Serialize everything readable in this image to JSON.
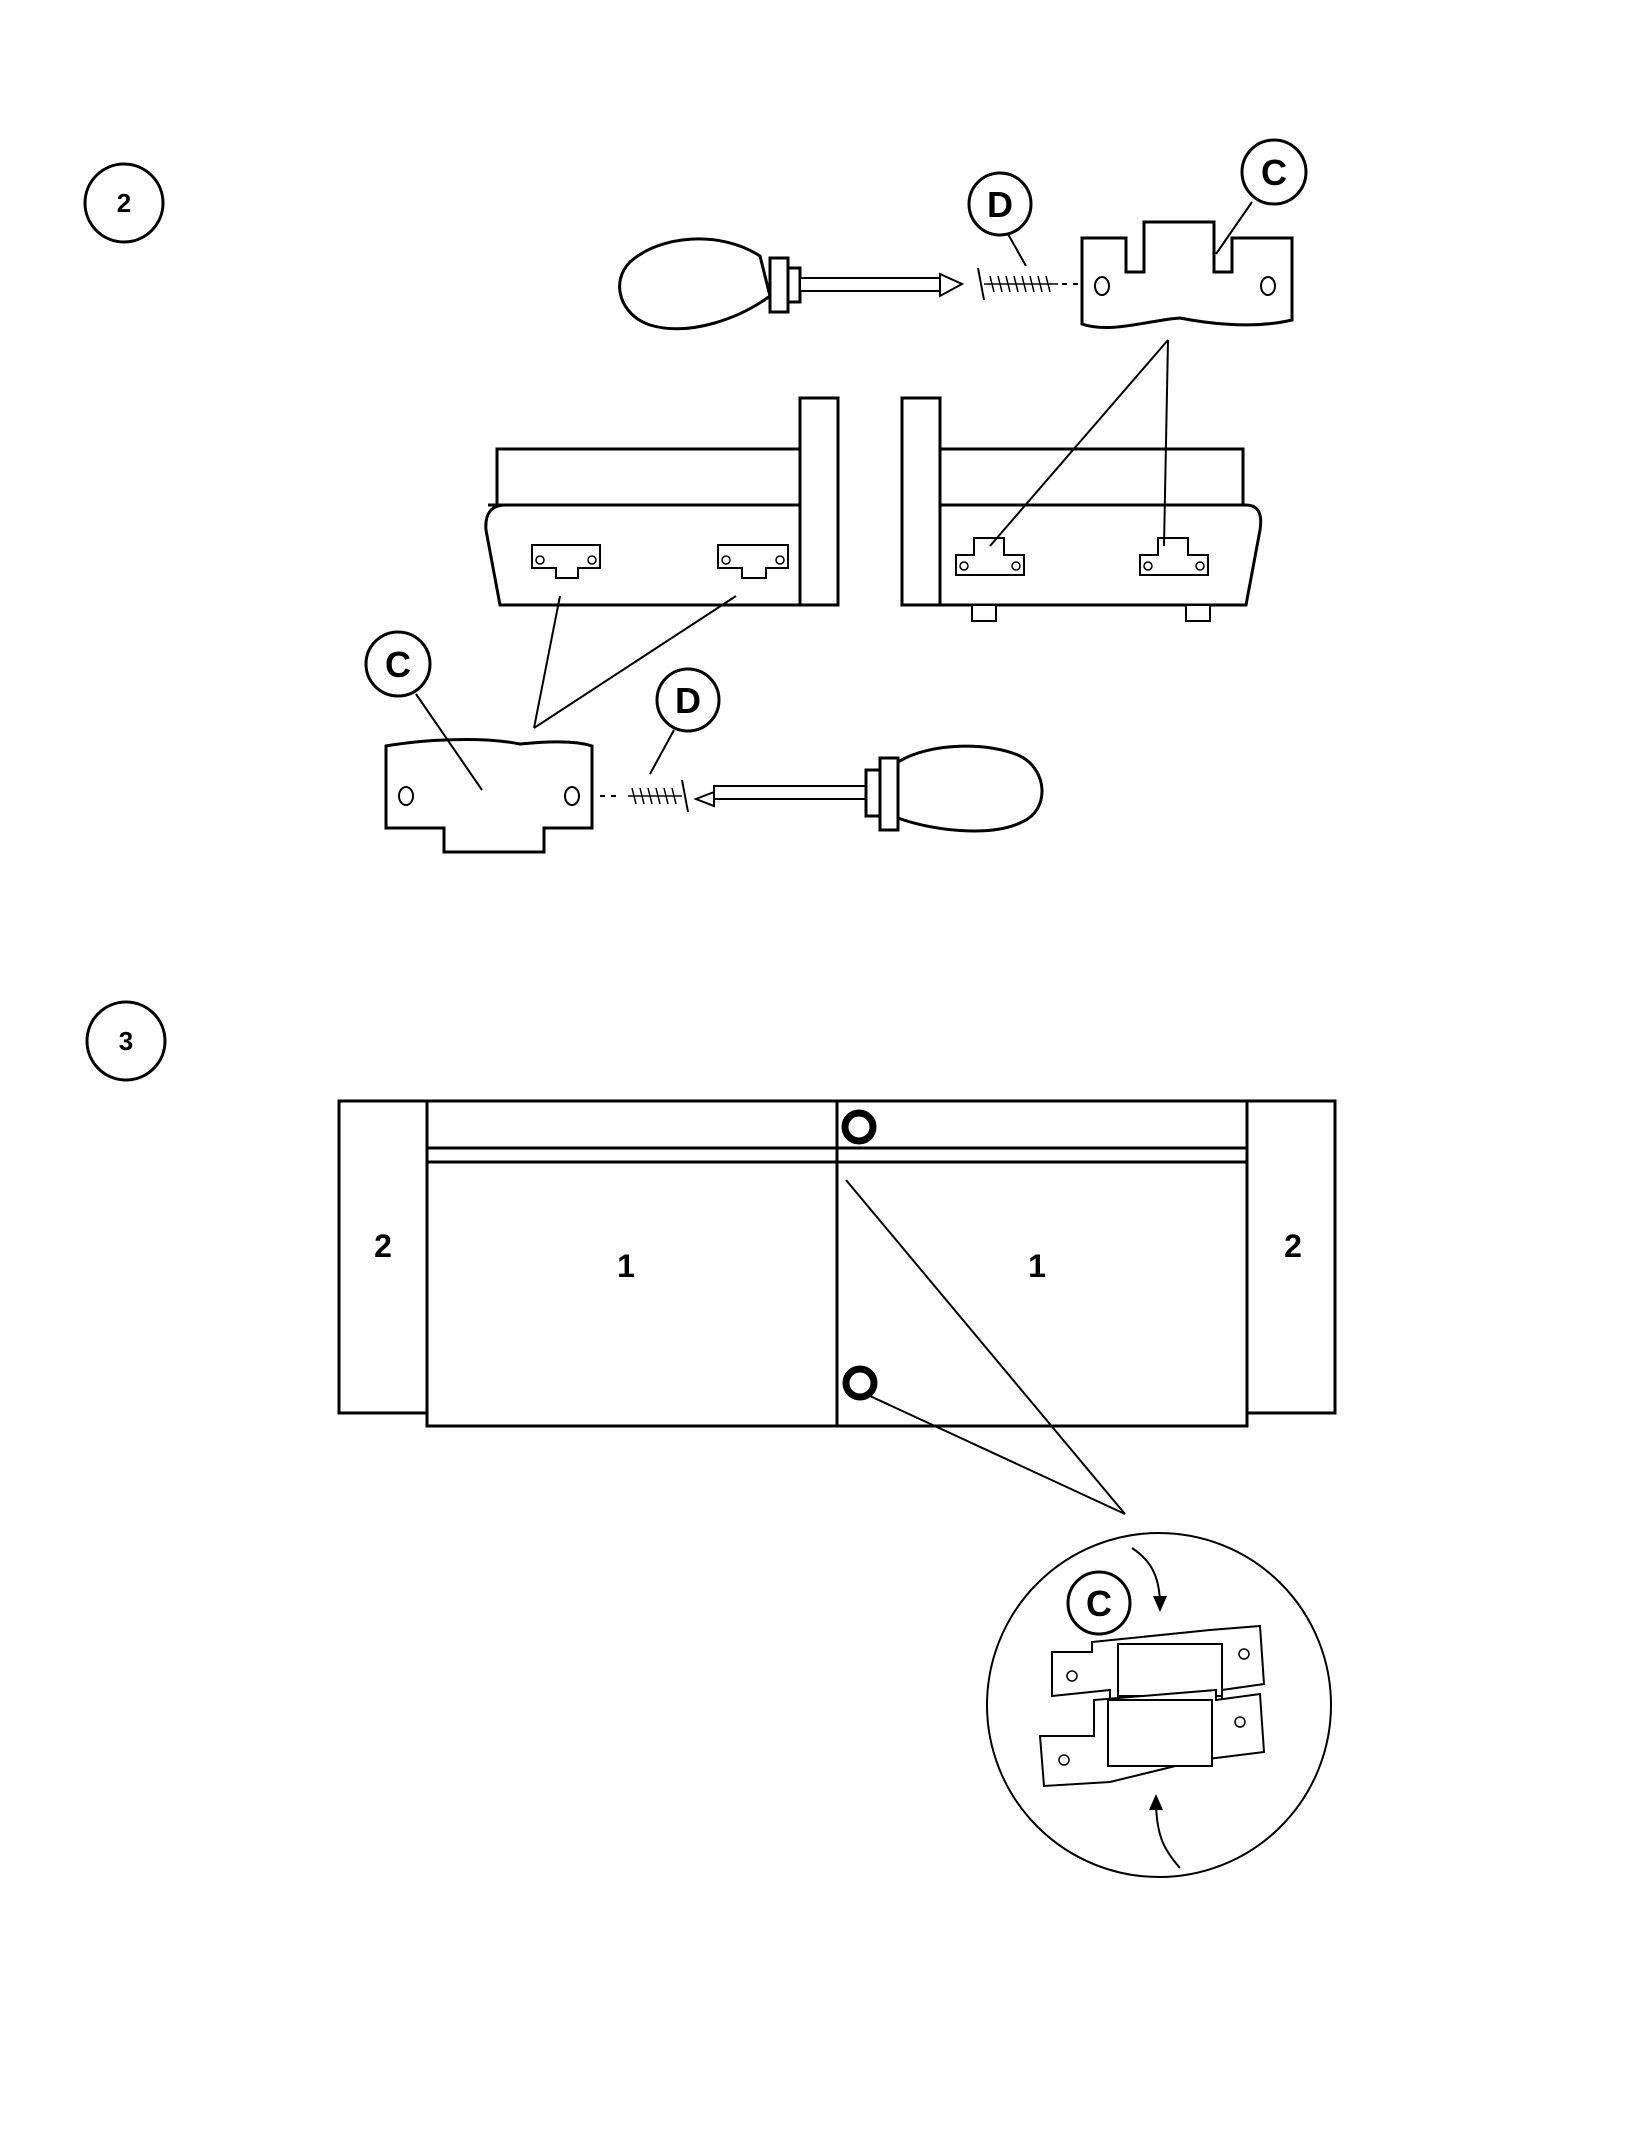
{
  "steps": [
    {
      "number": "2"
    },
    {
      "number": "3"
    }
  ],
  "step2": {
    "callouts": {
      "bracket_top": "C",
      "screw_top": "D",
      "bracket_bottom": "C",
      "screw_bottom": "D"
    }
  },
  "step3": {
    "sections": {
      "arm_left": "2",
      "seat_left": "1",
      "seat_right": "1",
      "arm_right": "2"
    },
    "detail_callout": "C"
  },
  "icons": [
    "screwdriver-icon",
    "screw-icon",
    "connector-bracket-icon"
  ]
}
